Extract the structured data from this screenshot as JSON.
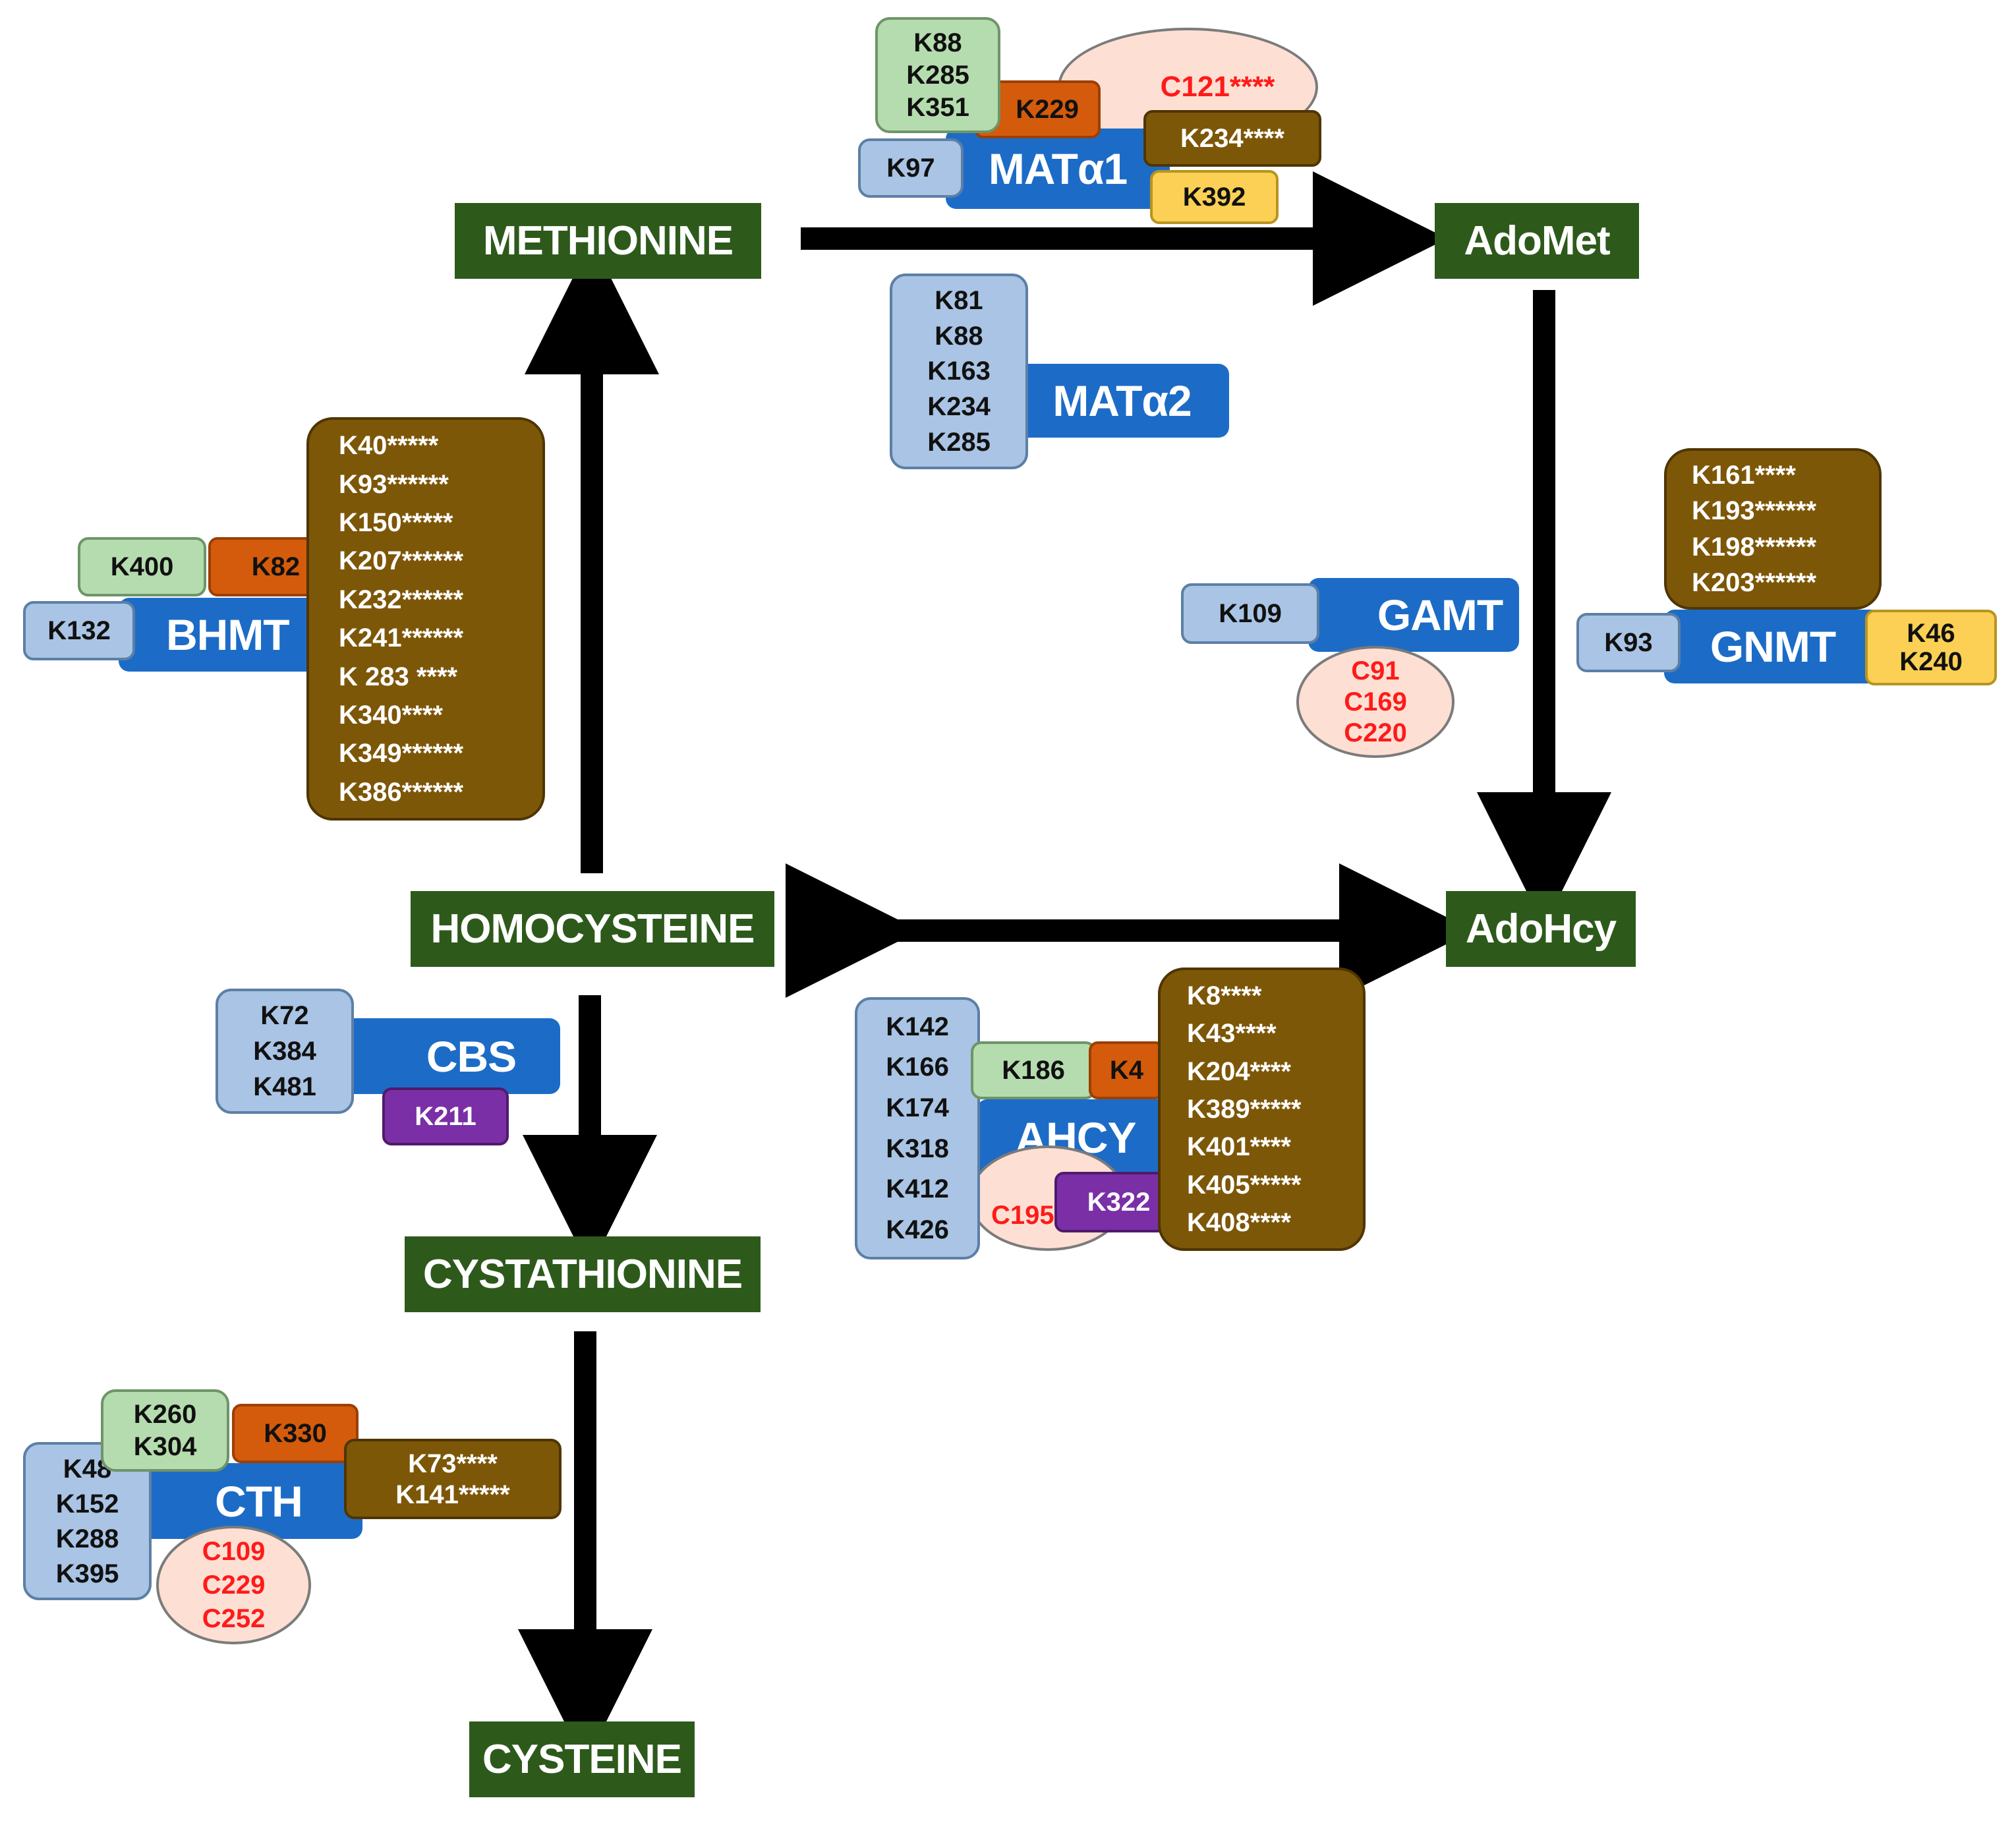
{
  "metabolites": {
    "methionine": "METHIONINE",
    "adomet": "AdoMet",
    "adohcy": "AdoHcy",
    "homocysteine": "HOMOCYSTEINE",
    "cystathionine": "CYSTATHIONINE",
    "cysteine": "CYSTEINE"
  },
  "colors": {
    "metabolite": "#2d5a1b",
    "enzyme": "#1c6cc7",
    "site_light_blue": "#a9c4e4",
    "site_light_green": "#b5dcae",
    "site_orange": "#d45b0c",
    "site_brown": "#7d5708",
    "site_yellow": "#fbd054",
    "site_purple": "#7b2fa6",
    "cysteine_site_fill": "#fde0d3",
    "cysteine_site_text": "#ff1a1a"
  },
  "mat1a": {
    "name": "MATα1",
    "green": [
      "K88",
      "K285",
      "K351"
    ],
    "orange": [
      "K229"
    ],
    "peach": [
      "C121****"
    ],
    "brown": [
      "K234****"
    ],
    "light_blue": [
      "K97"
    ],
    "yellow": [
      "K392"
    ]
  },
  "mat2a": {
    "name": "MATα2",
    "light_blue": [
      "K81",
      "K88",
      "K163",
      "K234",
      "K285"
    ]
  },
  "bhmt": {
    "name": "BHMT",
    "light_blue": [
      "K132"
    ],
    "green": [
      "K400"
    ],
    "orange": [
      "K82"
    ],
    "brown": [
      "K40*****",
      "K93******",
      "K150*****",
      "K207******",
      "K232******",
      "K241******",
      "K 283 ****",
      "K340****",
      "K349******",
      "K386******"
    ]
  },
  "gamt": {
    "name": "GAMT",
    "light_blue": [
      "K109"
    ],
    "peach": [
      "C91",
      "C169",
      "C220"
    ]
  },
  "gnmt": {
    "name": "GNMT",
    "light_blue": [
      "K93"
    ],
    "brown": [
      "K161****",
      "K193******",
      "K198******",
      "K203******"
    ],
    "yellow": [
      "K46",
      "K240"
    ]
  },
  "cbs": {
    "name": "CBS",
    "light_blue": [
      "K72",
      "K384",
      "K481"
    ],
    "purple": [
      "K211"
    ]
  },
  "ahcy": {
    "name": "AHCY",
    "light_blue": [
      "K142",
      "K166",
      "K174",
      "K318",
      "K412",
      "K426"
    ],
    "green": [
      "K186"
    ],
    "orange": [
      "K4"
    ],
    "peach": [
      "C195"
    ],
    "purple": [
      "K322"
    ],
    "brown": [
      "K8****",
      "K43****",
      "K204****",
      "K389*****",
      "K401****",
      "K405*****",
      "K408****"
    ]
  },
  "cth": {
    "name": "CTH",
    "light_blue": [
      "K48",
      "K152",
      "K288",
      "K395"
    ],
    "green": [
      "K260",
      "K304"
    ],
    "orange": [
      "K330"
    ],
    "brown": [
      "K73****",
      "K141*****"
    ],
    "peach": [
      "C109",
      "C229",
      "C252"
    ]
  }
}
